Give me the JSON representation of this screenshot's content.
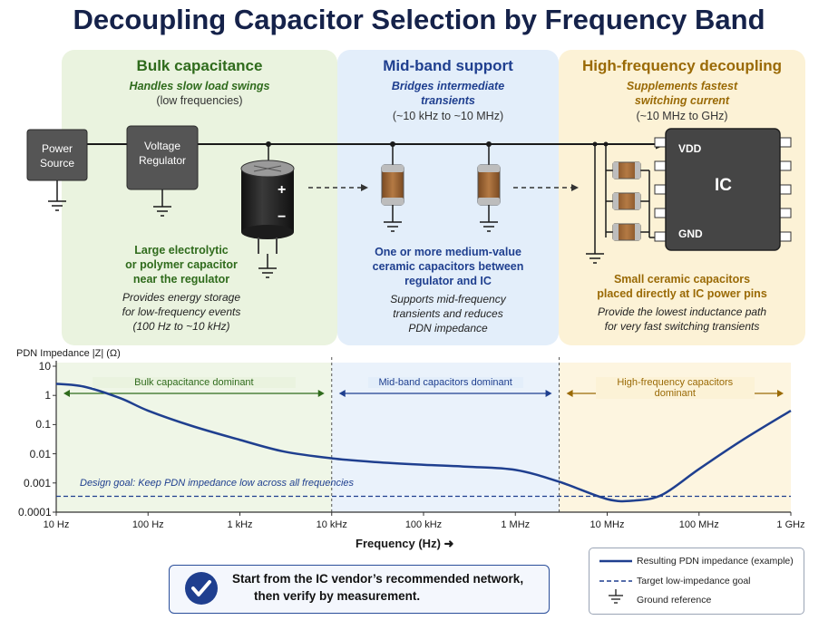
{
  "title": "Decoupling Capacitor Selection by Frequency Band",
  "colors": {
    "bulk": "#eaf3df",
    "mid": "#e3eefa",
    "high": "#fcf2d6",
    "curve": "#1f3f8f",
    "title": "#15224a"
  },
  "panels": {
    "bulk": {
      "title": "Bulk capacitance",
      "subtitle": "Handles slow load swings",
      "range": "(low frequencies)",
      "desc": [
        "Large electrolytic",
        "or polymer capacitor",
        "near the regulator"
      ],
      "note": [
        "Provides energy storage",
        "for low-frequency events",
        "(100 Hz to ~10 kHz)"
      ]
    },
    "mid": {
      "title": "Mid-band support",
      "subtitle": [
        "Bridges intermediate",
        "transients"
      ],
      "range": "(~10 kHz to ~10 MHz)",
      "desc": [
        "One or more medium-value",
        "ceramic capacitors between",
        "regulator and IC"
      ],
      "note": [
        "Supports mid-frequency",
        "transients and reduces",
        "PDN impedance"
      ]
    },
    "high": {
      "title": "High-frequency decoupling",
      "subtitle": [
        "Supplements fastest",
        "switching current"
      ],
      "range": "(~10 MHz to GHz)",
      "desc": [
        "Small ceramic capacitors",
        "placed directly at IC power pins"
      ],
      "note": [
        "Provide the lowest inductance path",
        "for very fast switching transients"
      ]
    }
  },
  "circuit": {
    "power_source": [
      "Power",
      "Source"
    ],
    "regulator": [
      "Voltage",
      "Regulator"
    ],
    "ic": {
      "name": "IC",
      "vdd": "VDD",
      "gnd": "GND"
    }
  },
  "chart_data": {
    "type": "line",
    "ylabel": "PDN Impedance |Z| (Ω)",
    "xlabel": "Frequency (Hz)",
    "x_scale": "log",
    "y_scale": "log",
    "xlim": [
      10,
      1000000000
    ],
    "ylim": [
      0.0001,
      10
    ],
    "x_ticks": [
      {
        "label": "10 Hz",
        "value": 10
      },
      {
        "label": "100 Hz",
        "value": 100
      },
      {
        "label": "1 kHz",
        "value": 1000
      },
      {
        "label": "10 kHz",
        "value": 10000
      },
      {
        "label": "100 kHz",
        "value": 100000
      },
      {
        "label": "1 MHz",
        "value": 1000000
      },
      {
        "label": "10 MHz",
        "value": 10000000
      },
      {
        "label": "100 MHz",
        "value": 100000000
      },
      {
        "label": "1 GHz",
        "value": 1000000000
      }
    ],
    "y_ticks": [
      {
        "label": "10",
        "value": 10
      },
      {
        "label": "1",
        "value": 1
      },
      {
        "label": "0.1",
        "value": 0.1
      },
      {
        "label": "0.01",
        "value": 0.01
      },
      {
        "label": "0.001",
        "value": 0.001
      },
      {
        "label": "0.0001",
        "value": 0.0001
      }
    ],
    "regions": [
      {
        "label": "Bulk capacitance dominant",
        "from": 10,
        "to": 10000
      },
      {
        "label": "Mid-band capacitors dominant",
        "from": 10000,
        "to": 3000000
      },
      {
        "label": "High-frequency capacitors dominant",
        "from": 3000000,
        "to": 1000000000
      }
    ],
    "series": [
      {
        "name": "Resulting PDN impedance (example)",
        "x": [
          10,
          20,
          50,
          100,
          300,
          1000,
          3000,
          10000,
          30000,
          100000,
          300000,
          1000000,
          3000000,
          10000000,
          20000000,
          40000000,
          100000000,
          300000000,
          1000000000
        ],
        "y": [
          2.5,
          2.0,
          0.8,
          0.3,
          0.09,
          0.03,
          0.012,
          0.007,
          0.0052,
          0.0042,
          0.0036,
          0.0028,
          0.0011,
          0.00028,
          0.00025,
          0.0004,
          0.003,
          0.03,
          0.3
        ]
      }
    ],
    "target": {
      "name": "Target low-impedance goal",
      "value": 0.00035,
      "label": "Design goal: Keep PDN impedance low across all frequencies"
    }
  },
  "legend": {
    "impedance": "Resulting PDN impedance (example)",
    "target": "Target low-impedance goal",
    "ground": "Ground reference"
  },
  "tip": [
    "Start from the IC vendor’s recommended network,",
    "then verify by measurement."
  ]
}
